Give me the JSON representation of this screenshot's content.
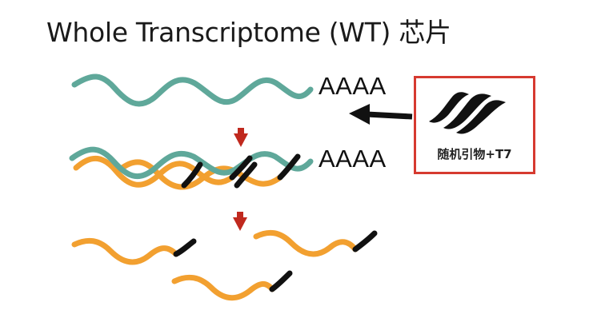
{
  "slide": {
    "title": "Whole Transcriptome (WT) 芯片",
    "polya_top": "AAAA",
    "polya_middle": "AAAA",
    "primer_label": "随机引物+T7"
  },
  "colors": {
    "rna": "#5fa89a",
    "cdna": "#f2a030",
    "t7_tail": "#111111",
    "step_arrow": "#c0291e",
    "box_border": "#d63a30"
  }
}
